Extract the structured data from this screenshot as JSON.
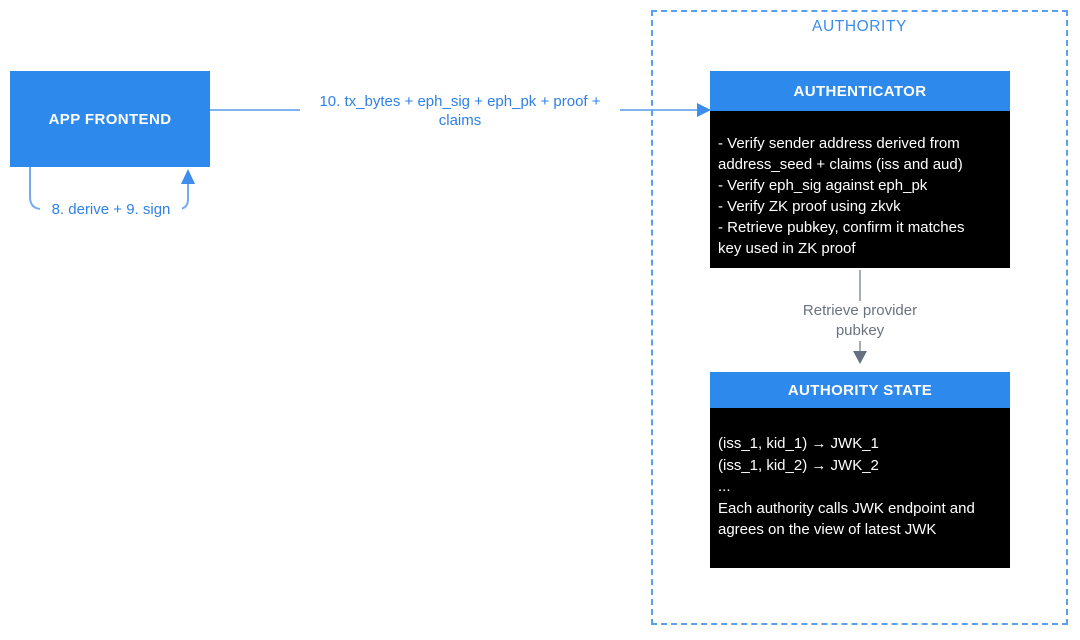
{
  "nodes": {
    "app_frontend": {
      "title": "APP FRONTEND"
    }
  },
  "edges": {
    "sign_loop": {
      "label": "8. derive + 9. sign"
    },
    "submit": {
      "label": "10. tx_bytes + eph_sig + eph_pk + proof +\nclaims"
    }
  },
  "authority": {
    "title": "AUTHORITY",
    "authenticator": {
      "title": "AUTHENTICATOR",
      "body": "- Verify sender address derived from\naddress_seed + claims (iss and aud)\n- Verify eph_sig against eph_pk\n- Verify ZK proof using zkvk\n- Retrieve pubkey, confirm it matches\nkey used in ZK proof"
    },
    "retrieve_edge": {
      "label": "Retrieve provider\npubkey"
    },
    "state": {
      "title": "AUTHORITY STATE",
      "body": "(iss_1, kid_1) → JWK_1\n(iss_1, kid_2) → JWK_2\n...\nEach authority calls JWK endpoint and\nagrees on the view of latest JWK"
    }
  },
  "colors": {
    "node_blue": "#2E89EC",
    "edge_label_blue": "#2F80E8",
    "dashed_border_blue": "#5B9FF0",
    "connector_blue": "#7FB3F2",
    "arrowhead_blue": "#3E8CEB",
    "connector_gray": "#A8ADB5",
    "arrowhead_gray": "#667083",
    "gray_label": "#6B7380",
    "panel_black": "#000000"
  }
}
